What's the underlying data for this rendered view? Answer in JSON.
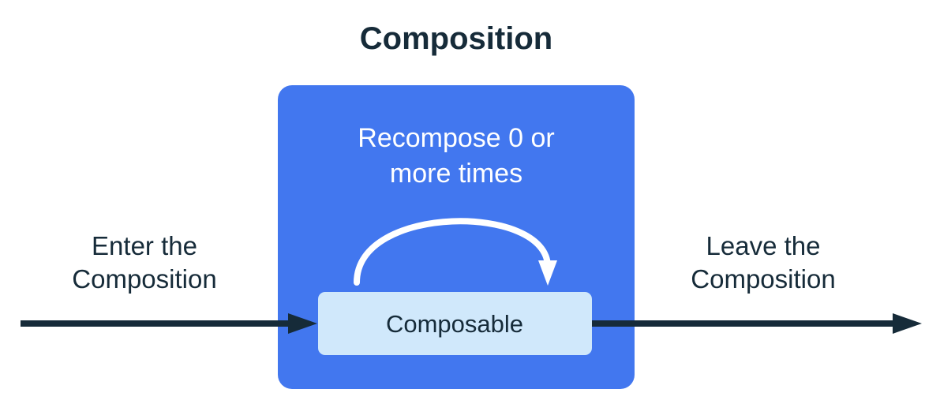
{
  "diagram": {
    "title": "Composition",
    "colors": {
      "background": "#ffffff",
      "composition_box": "#4277ef",
      "composable_box": "#d0e8fb",
      "text_dark": "#162b39",
      "text_light": "#ffffff",
      "arrow_dark": "#162b39",
      "arrow_light": "#ffffff"
    },
    "composition_box": {
      "label_line_1": "Recompose 0 or",
      "label_line_2": "more times",
      "composable": {
        "label": "Composable"
      },
      "recompose_arrow": {
        "name": "recompose-loop-arrow"
      }
    },
    "enter_label": {
      "line_1": "Enter the",
      "line_2": "Composition"
    },
    "leave_label": {
      "line_1": "Leave the",
      "line_2": "Composition"
    },
    "enter_arrow": {
      "name": "enter-composition-arrow"
    },
    "leave_arrow": {
      "name": "leave-composition-arrow"
    }
  }
}
